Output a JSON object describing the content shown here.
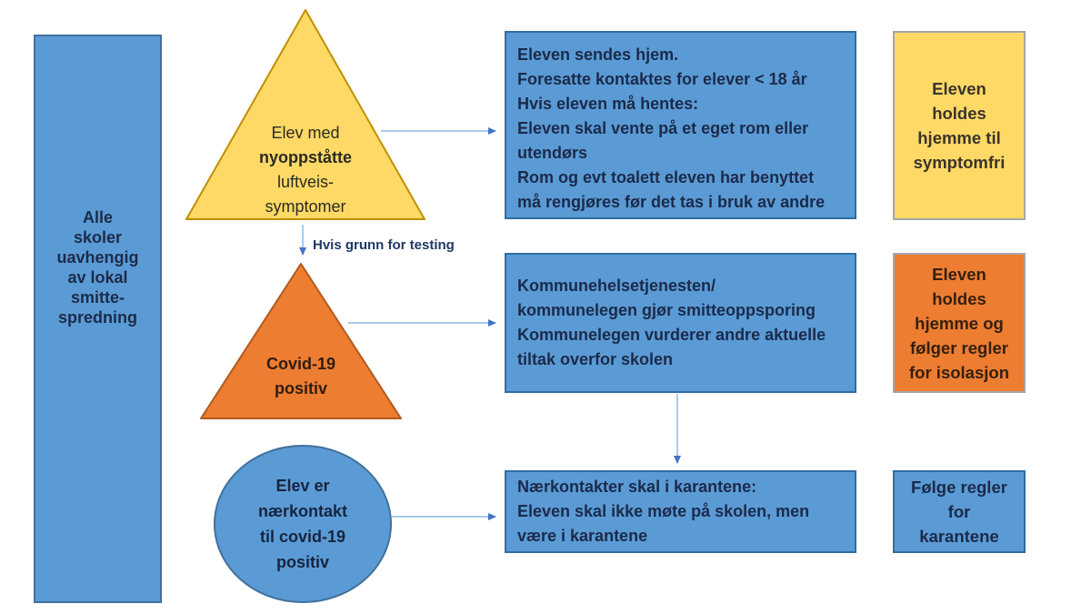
{
  "colors": {
    "blue_fill": "#5B9BD5",
    "blue_border_dark": "#41719C",
    "blue_box_border": "#2E6DA4",
    "yellow_fill": "#FFD966",
    "yellow_triangle_border": "#BF9000",
    "orange_fill": "#ED7D31",
    "orange_triangle_border": "#B05A1E",
    "gray_border": "#A6A6A6",
    "connector_line": "#9CC2E5",
    "connector_arrowhead": "#4472C4",
    "text_dark_navy": "#1B2A4A"
  },
  "left_panel": {
    "text": "Alle\nskoler\nuavhengig\nav lokal\nsmitte-\nspredning"
  },
  "symptom_triangle": {
    "line1": "Elev med",
    "line2_bold": "nyoppståtte",
    "line3": "luftveis-\nsymptomer"
  },
  "testing_label": "Hvis grunn for testing",
  "covid_triangle": {
    "text": "Covid-19\npositiv"
  },
  "close_contact_circle": {
    "text": "Elev er\nnærkontakt\ntil covid-19\npositiv"
  },
  "send_home_box": {
    "text": "Eleven sendes hjem.\nForesatte kontaktes for elever < 18 år\nHvis eleven må hentes:\nEleven skal vente på et eget rom eller\nutendørs\nRom og evt toalett eleven har benyttet\nmå rengjøres før det tas i bruk av andre"
  },
  "tracing_box": {
    "text": "Kommunehelsetjenesten/\nkommunelegen gjør smitteoppsporing\nKommunelegen vurderer andre aktuelle\ntiltak overfor skolen"
  },
  "quarantine_box": {
    "text": "Nærkontakter skal i karantene:\nEleven skal ikke møte på skolen, men\nvære i karantene"
  },
  "home_until_symptomfree_box": {
    "text": "Eleven\nholdes\nhjemme til\nsymptomfri"
  },
  "isolation_rules_box": {
    "text": "Eleven\nholdes\nhjemme og\nfølger regler\nfor isolasjon"
  },
  "quarantine_rules_box": {
    "text": "Følge regler\nfor\nkarantene"
  }
}
